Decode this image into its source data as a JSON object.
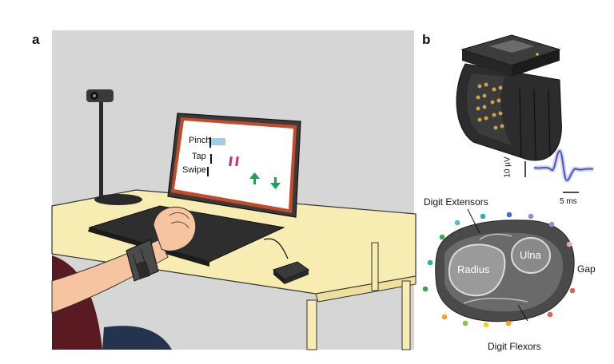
{
  "panels": {
    "a": {
      "label": "a"
    },
    "b": {
      "label": "b"
    }
  },
  "screen": {
    "gestures": [
      "Pinch",
      "Tap",
      "Swipe"
    ]
  },
  "waveform": {
    "voltage_scale": "10 µV",
    "time_scale": "5 ms"
  },
  "cross_section": {
    "top_label": "Digit Extensors",
    "bottom_label": "Digit Flexors",
    "side_label": "Gap",
    "bone_left": "Radius",
    "bone_right": "Ulna"
  },
  "colors": {
    "backdrop": "#d6d6d6",
    "table": "#f7ecb2",
    "laptop_frame": "#c44a2a",
    "screen_bar": "#9dcfe6",
    "tap_marks": "#d2277b",
    "swipe_arrows": "#13a35a",
    "waveform": "#3f5bc4",
    "electrodes": [
      "#3fa34d",
      "#2bb0a8",
      "#57b7e0",
      "#3d6fd1",
      "#a08ad6",
      "#e9a0c8",
      "#e85d5d",
      "#f5a623",
      "#f0d12c",
      "#8bc34a"
    ]
  },
  "icons": {
    "webcam": "webcam-icon",
    "wristband": "emg-wristband-icon",
    "receiver": "usb-receiver-icon"
  }
}
